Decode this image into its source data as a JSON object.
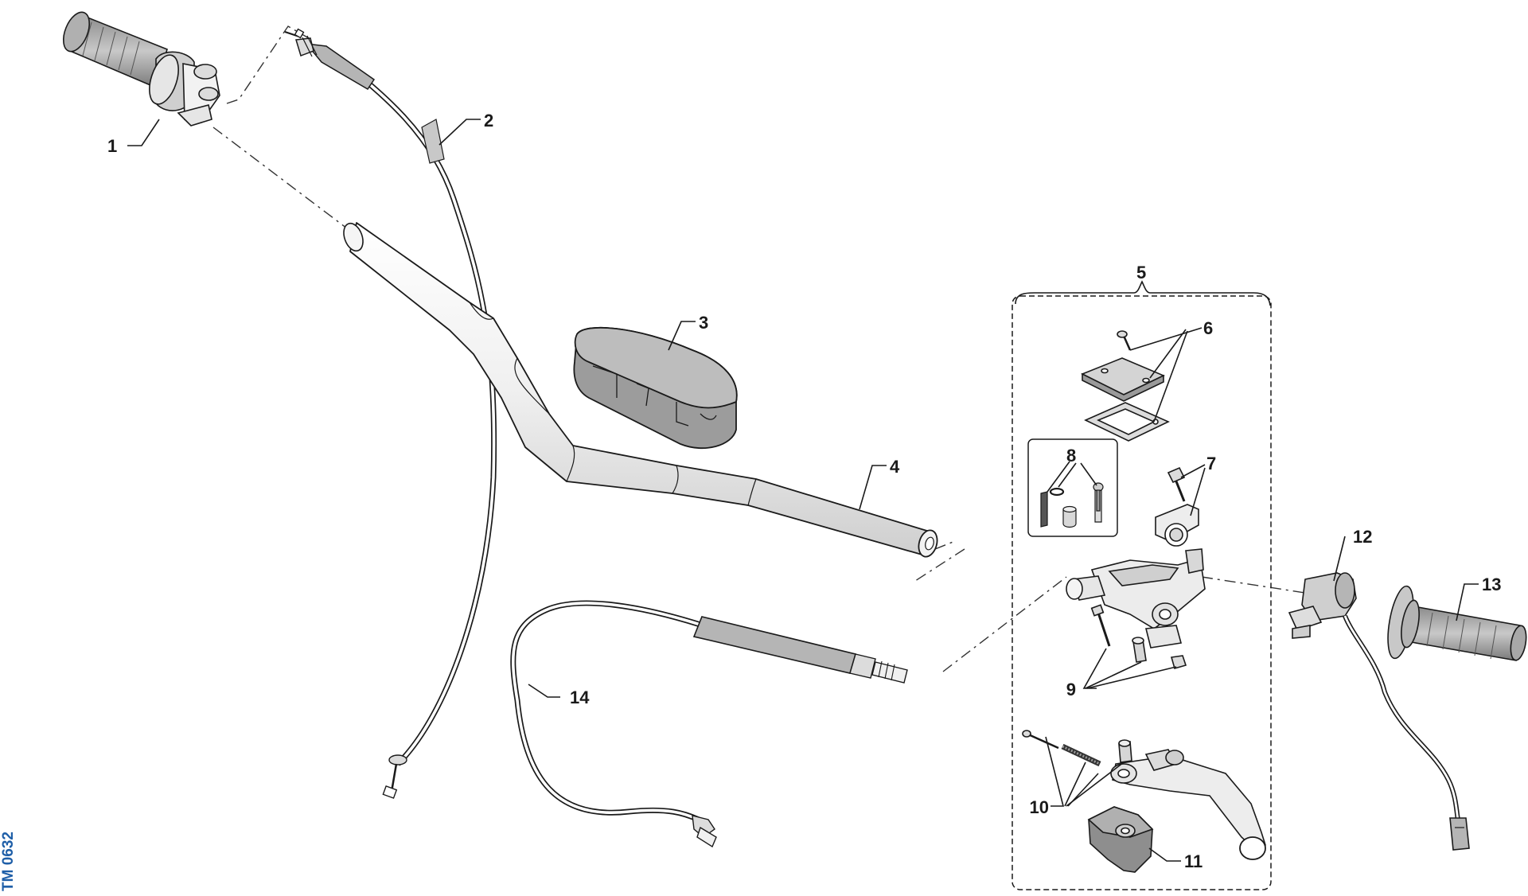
{
  "reference_code": "TM 0632",
  "callouts": [
    "1",
    "2",
    "3",
    "4",
    "5",
    "6",
    "7",
    "8",
    "9",
    "10",
    "11",
    "12",
    "13",
    "14"
  ],
  "colors": {
    "line": "#1a1a1a",
    "part_fill": "#d4d4d4",
    "dark_fill": "#9a9a9a",
    "label_accent": "#1f5fa8"
  }
}
